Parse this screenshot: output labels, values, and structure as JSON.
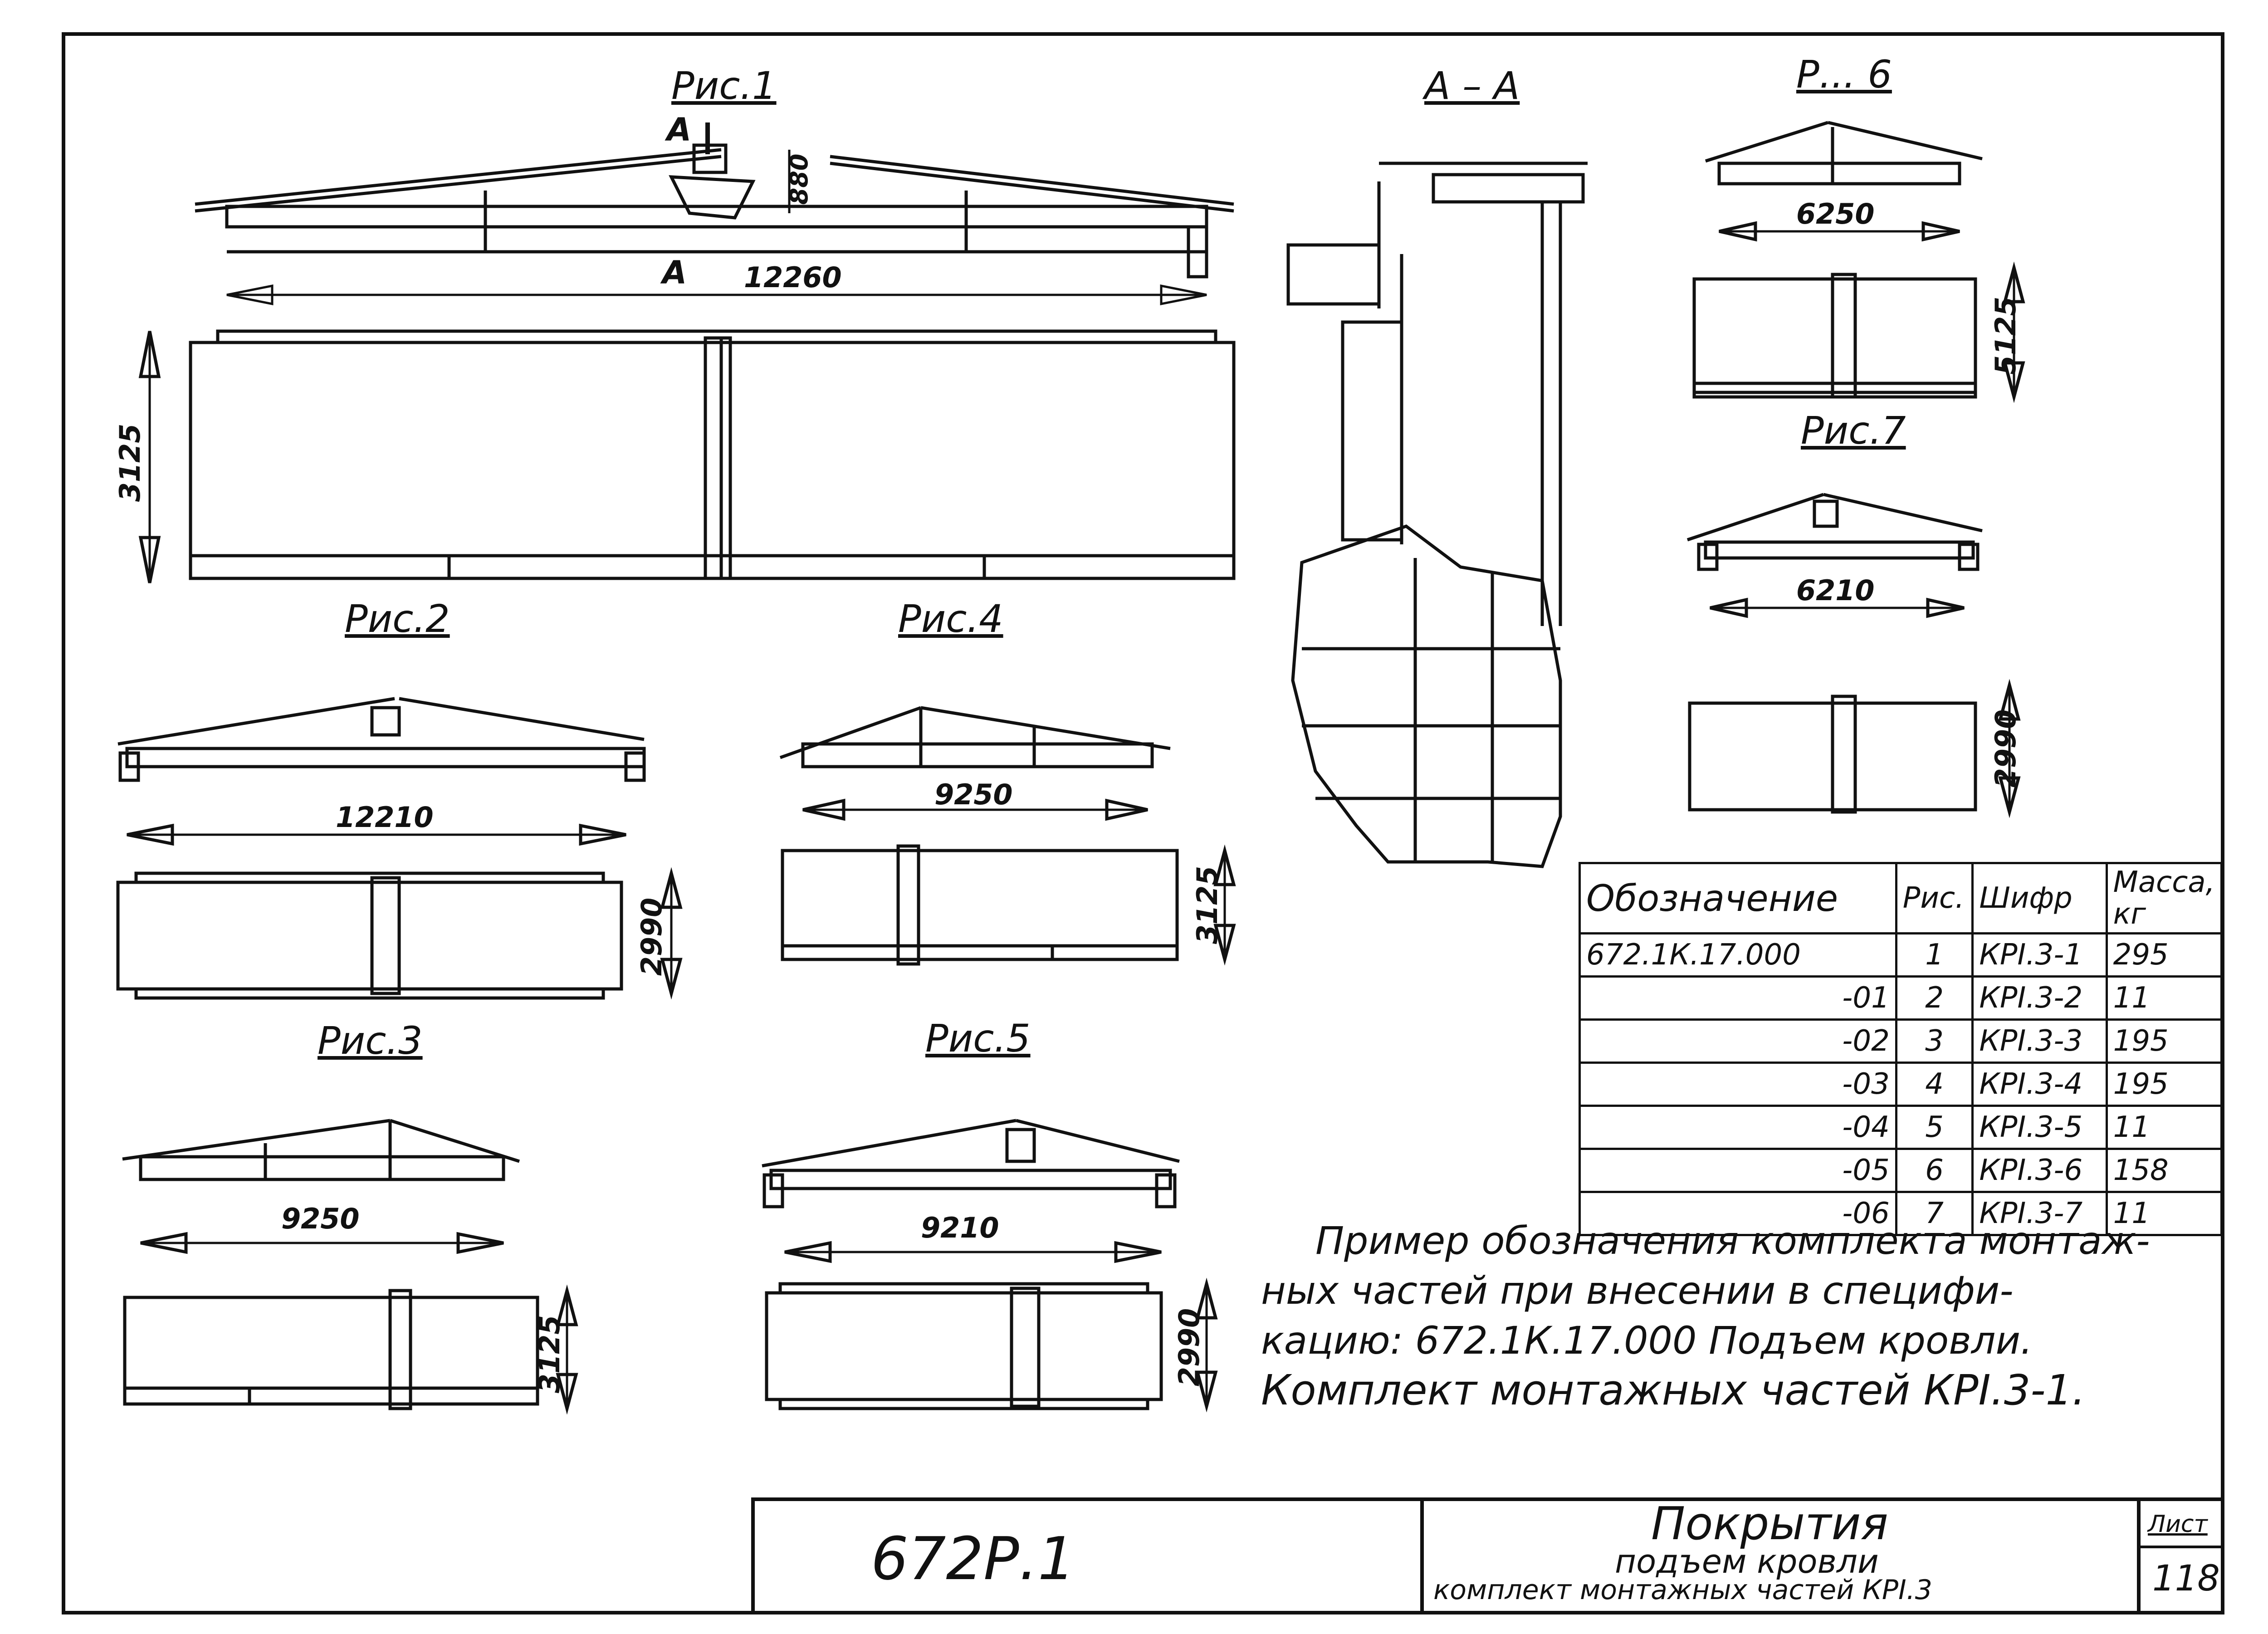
{
  "figures": {
    "fig1": {
      "title": "Рис.1",
      "section_mark": "A",
      "dim_h": "12260",
      "dim_v": "3125",
      "dim_small": "880"
    },
    "fig2": {
      "title": "Рис.2",
      "dim_h": "12210",
      "dim_v": "2990"
    },
    "fig3": {
      "title": "Рис.3",
      "dim_h": "9250",
      "dim_v": "3125"
    },
    "fig4": {
      "title": "Рис.4",
      "dim_h": "9250",
      "dim_v": "3125"
    },
    "fig5": {
      "title": "Рис.5",
      "dim_h": "9210",
      "dim_v": "2990"
    },
    "fig6": {
      "title": "Р... 6",
      "dim_h": "6250",
      "dim_v": "5125"
    },
    "fig7": {
      "title": "Рис.7",
      "dim_h": "6210",
      "dim_v": "2990"
    },
    "section": {
      "title": "А – А"
    }
  },
  "spec_table": {
    "headers": [
      "Обозначение",
      "Рис.",
      "Шифр",
      "Масса, кг"
    ],
    "rows": [
      [
        "672.1К.17.000",
        "1",
        "КРI.3-1",
        "295"
      ],
      [
        "-01",
        "2",
        "КРI.3-2",
        "11"
      ],
      [
        "-02",
        "3",
        "КРI.3-3",
        "195"
      ],
      [
        "-03",
        "4",
        "КРI.3-4",
        "195"
      ],
      [
        "-04",
        "5",
        "КРI.3-5",
        "11"
      ],
      [
        "-05",
        "6",
        "КРI.3-6",
        "158"
      ],
      [
        "-06",
        "7",
        "КРI.3-7",
        "11"
      ]
    ]
  },
  "note": {
    "line1": "Пример обозначения комплекта монтаж-",
    "line2": "ных частей при внесении в специфи-",
    "line3": "кацию: 672.1К.17.000 Подъем кровли.",
    "line4": "Комплект монтажных частей КРI.3-1."
  },
  "title_block": {
    "code": "672Р.1",
    "title": "Покрытия",
    "subtitle": "подъем кровли",
    "description": "комплект монтажных частей КРI.3",
    "sheet_label": "Лист",
    "sheet_number": "118"
  }
}
